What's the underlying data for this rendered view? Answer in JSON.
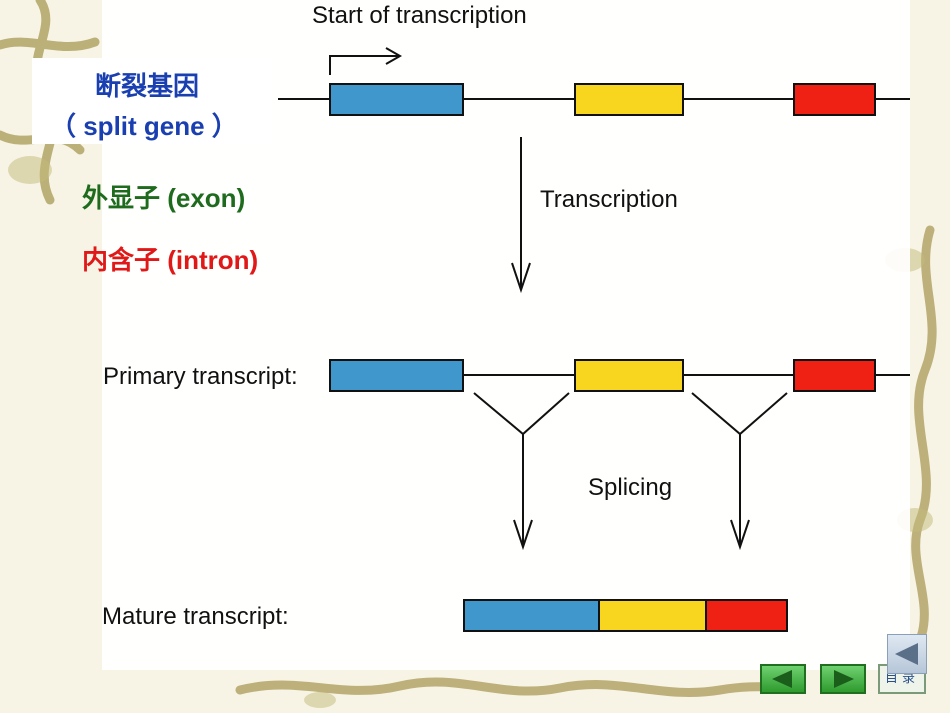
{
  "left_panel": {
    "split_gene_cn": "断裂基因",
    "split_gene_en": "（ split gene ）",
    "exon": "外显子 (exon)",
    "intron": "内含子 (intron)"
  },
  "diagram": {
    "start_of_transcription": "Start of transcription",
    "transcription": "Transcription",
    "primary_transcript": "Primary transcript:",
    "splicing": "Splicing",
    "mature_transcript": "Mature transcript:"
  },
  "colors": {
    "exon_blue": "#3f97cc",
    "exon_yellow": "#f8d51e",
    "exon_red": "#ef2115",
    "title_blue": "#1a3fb0",
    "exon_green": "#1e6b1e",
    "intron_red": "#e01818"
  },
  "nav": {
    "menu_label": "目录",
    "prev_icon": "triangle-left-icon",
    "next_icon": "triangle-right-icon",
    "back_icon": "back-arrow-icon"
  }
}
